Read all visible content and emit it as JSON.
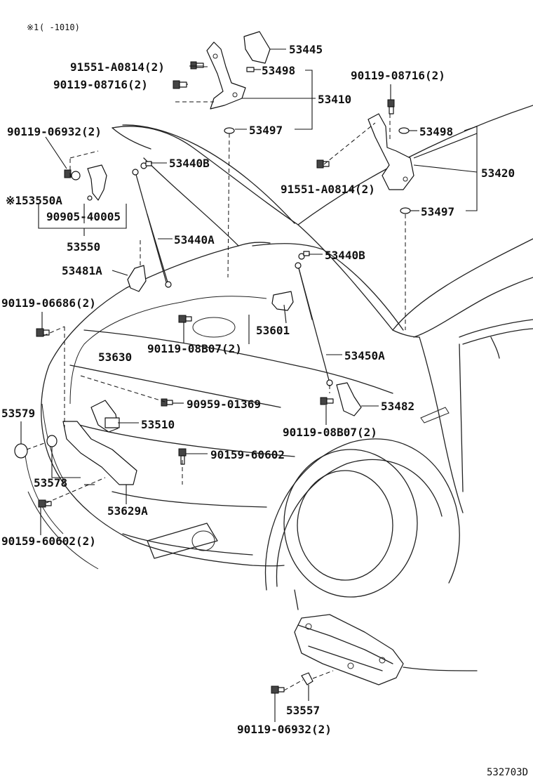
{
  "note": {
    "symbol": "※1",
    "text": "(      -1010)"
  },
  "diagram_id": "532703D",
  "labels": {
    "p53445": "53445",
    "p91551_top": "91551-A0814(2)",
    "p53498_top": "53498",
    "p90119_08716_left": "90119-08716(2)",
    "p53410": "53410",
    "p53497_top": "53497",
    "p90119_08716_right": "90119-08716(2)",
    "p90119_06932_top": "90119-06932(2)",
    "p53498_right": "53498",
    "p53440B_top": "53440B",
    "p53420": "53420",
    "p53550A": "※153550A",
    "p91551_right": "91551-A0814(2)",
    "p90905": "90905-40005",
    "p53497_right": "53497",
    "p53550": "53550",
    "p53440A": "53440A",
    "p53440B_mid": "53440B",
    "p53481A": "53481A",
    "p90119_06686": "90119-06686(2)",
    "p53601": "53601",
    "p90119_08B07_mid": "90119-08B07(2)",
    "p53630": "53630",
    "p53450A": "53450A",
    "p90959": "90959-01369",
    "p53482": "53482",
    "p53579": "53579",
    "p53510": "53510",
    "p90119_08B07_right": "90119-08B07(2)",
    "p90159_60602_mid": "90159-60602",
    "p53578": "53578",
    "p53629A": "53629A",
    "p90159_60602_bot": "90159-60602(2)",
    "p53557": "53557",
    "p90119_06932_bot": "90119-06932(2)"
  }
}
